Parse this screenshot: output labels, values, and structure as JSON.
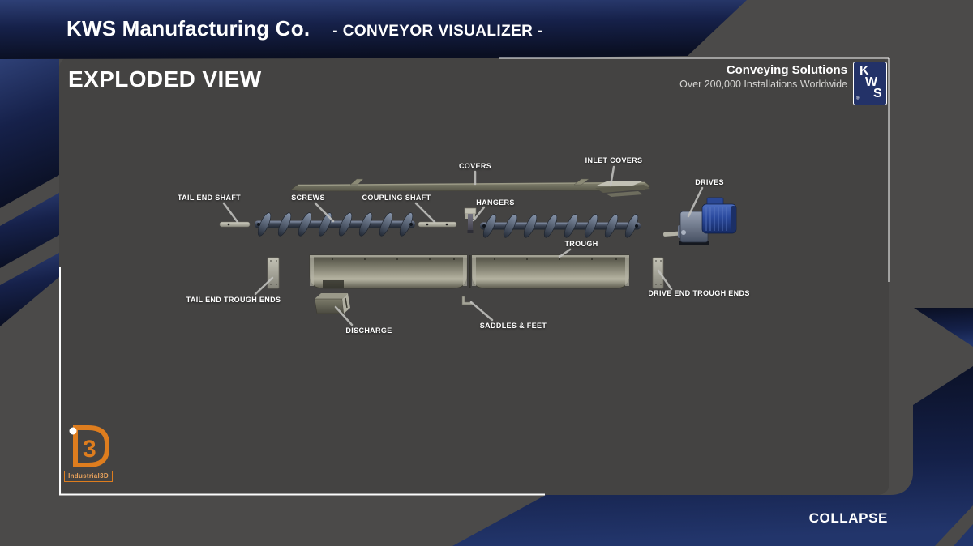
{
  "header": {
    "brand": "KWS Manufacturing Co.",
    "app_title": "- CONVEYOR VISUALIZER -"
  },
  "panel": {
    "title": "EXPLODED VIEW",
    "tagline": {
      "line1": "Conveying Solutions",
      "line2": "Over 200,000 Installations Worldwide"
    },
    "kws_logo": {
      "letters": [
        "K",
        "W",
        "S"
      ],
      "registered": "®"
    }
  },
  "diagram": {
    "labels": [
      {
        "id": "covers",
        "text": "COVERS"
      },
      {
        "id": "inlet-covers",
        "text": "INLET COVERS"
      },
      {
        "id": "tail-end-shaft",
        "text": "TAIL END SHAFT"
      },
      {
        "id": "screws",
        "text": "SCREWS"
      },
      {
        "id": "coupling-shaft",
        "text": "COUPLING SHAFT"
      },
      {
        "id": "hangers",
        "text": "HANGERS"
      },
      {
        "id": "drives",
        "text": "DRIVES"
      },
      {
        "id": "trough",
        "text": "TROUGH"
      },
      {
        "id": "tail-end-trough-ends",
        "text": "TAIL END TROUGH ENDS"
      },
      {
        "id": "drive-end-trough-ends",
        "text": "DRIVE END TROUGH ENDS"
      },
      {
        "id": "discharge",
        "text": "DISCHARGE"
      },
      {
        "id": "saddles-feet",
        "text": "SADDLES & FEET"
      }
    ]
  },
  "footer": {
    "collapse_label": "COLLAPSE"
  },
  "credit": {
    "logo_number": "3",
    "logo_caption": "Industrial3D"
  },
  "colors": {
    "navy": "#1c2c58",
    "navy_dark": "#0a0f22",
    "panel_gray": "#444342",
    "bg_gray": "#4b4a49",
    "accent_orange": "#de7d1e",
    "leader": "#c2c2bf"
  }
}
